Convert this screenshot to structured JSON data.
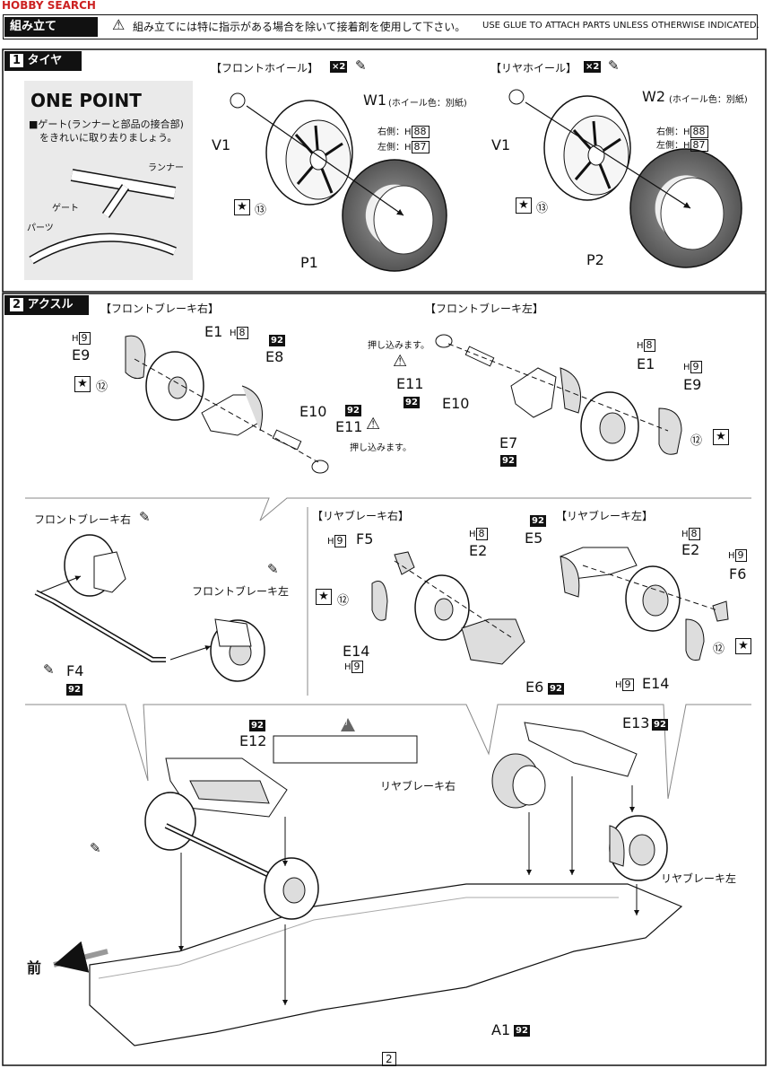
{
  "watermark": "HOBBY SEARCH",
  "header": {
    "title": "組み立て",
    "notice_jp": "組み立てには特に指示がある場合を除いて接着剤を使用して下さい。",
    "notice_en": "USE GLUE TO ATTACH PARTS UNLESS OTHERWISE INDICATED."
  },
  "section1": {
    "number": "1",
    "title": "タイヤ",
    "one_point": {
      "title": "ONE POINT",
      "text_line1": "■ゲート(ランナーと部品の接合部)",
      "text_line2": "をきれいに取り去りましょう。",
      "label_runner": "ランナー",
      "label_gate": "ゲート",
      "label_parts": "パーツ"
    },
    "front_wheel": {
      "heading": "【フロントホイール】",
      "multiplier": "×2",
      "part_v": "V1",
      "part_w": "W1",
      "wheel_color_note": "(ホイール色：別紙)",
      "right_side": "右側：H",
      "right_code": "88",
      "left_side": "左側：H",
      "left_code": "87",
      "sticker_no": "⑬",
      "tire": "P1"
    },
    "rear_wheel": {
      "heading": "【リヤホイール】",
      "multiplier": "×2",
      "part_v": "V1",
      "part_w": "W2",
      "wheel_color_note": "(ホイール色：別紙)",
      "right_side": "右側：H",
      "right_code": "88",
      "left_side": "左側：H",
      "left_code": "87",
      "sticker_no": "⑬",
      "tire": "P2"
    }
  },
  "section2": {
    "number": "2",
    "title": "アクスル",
    "front_brake_right": {
      "heading": "【フロントブレーキ右】",
      "h9": "9",
      "e9": "E9",
      "sticker": "⑫",
      "e1": "E1",
      "h8": "8",
      "c92": "92",
      "e8": "E8",
      "e10": "E10",
      "c92b": "92",
      "e11": "E11",
      "press_note": "押し込みます。"
    },
    "front_brake_left": {
      "heading": "【フロントブレーキ左】",
      "press_note": "押し込みます。",
      "e11": "E11",
      "c92": "92",
      "e10": "E10",
      "h8": "8",
      "e1": "E1",
      "h9": "9",
      "e9": "E9",
      "e7": "E7",
      "c92b": "92",
      "sticker": "⑫"
    },
    "steering": {
      "front_brake_right": "フロントブレーキ右",
      "front_brake_left": "フロントブレーキ左",
      "f4": "F4",
      "c92": "92"
    },
    "rear_brake_right": {
      "heading": "【リヤブレーキ右】",
      "h9": "9",
      "f5": "F5",
      "h8": "8",
      "e2": "E2",
      "sticker": "⑫",
      "e14": "E14",
      "h9b": "9",
      "e6": "E6",
      "c92": "92"
    },
    "rear_brake_left": {
      "heading": "【リヤブレーキ左】",
      "c92": "92",
      "e5": "E5",
      "h8": "8",
      "e2": "E2",
      "h9": "9",
      "f6": "F6",
      "sticker": "⑫",
      "h9b": "9",
      "e14": "E14"
    },
    "chassis": {
      "c92a": "92",
      "e12": "E12",
      "front_arrow_label": "前",
      "e13": "E13",
      "c92b": "92",
      "rear_brake_right": "リヤブレーキ右",
      "rear_brake_left": "リヤブレーキ左",
      "front_label": "前",
      "a1": "A1",
      "c92c": "92"
    }
  },
  "footer": {
    "page_number": "2"
  }
}
